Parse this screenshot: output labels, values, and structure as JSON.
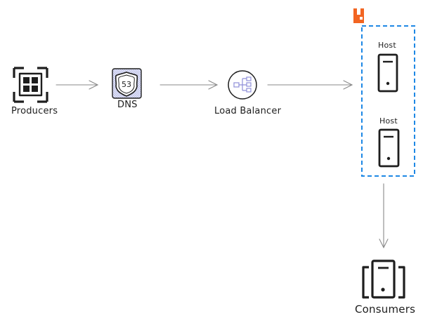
{
  "nodes": {
    "producers": {
      "label": "Producers"
    },
    "dns": {
      "label": "DNS",
      "badge_number": "53"
    },
    "load_balancer": {
      "label": "Load Balancer"
    },
    "cluster": {
      "hosts": [
        {
          "label": "Host"
        },
        {
          "label": "Host"
        }
      ]
    },
    "consumers": {
      "label": "Consumers"
    }
  },
  "colors": {
    "stroke": "#1e1e1e",
    "arrow": "#8a8a8a",
    "cluster_border": "#1e88e5",
    "brand_logo": "#f26522",
    "load_balancer_accent": "#8f8fd8",
    "dns_fill": "#d9dcf7"
  },
  "icons": {
    "producers": "grid-frame-icon",
    "dns": "route53-shield-icon",
    "load_balancer": "load-balancer-icon",
    "host": "server-tower-icon",
    "consumers": "server-group-icon",
    "brand": "rabbitmq-logo-icon"
  }
}
